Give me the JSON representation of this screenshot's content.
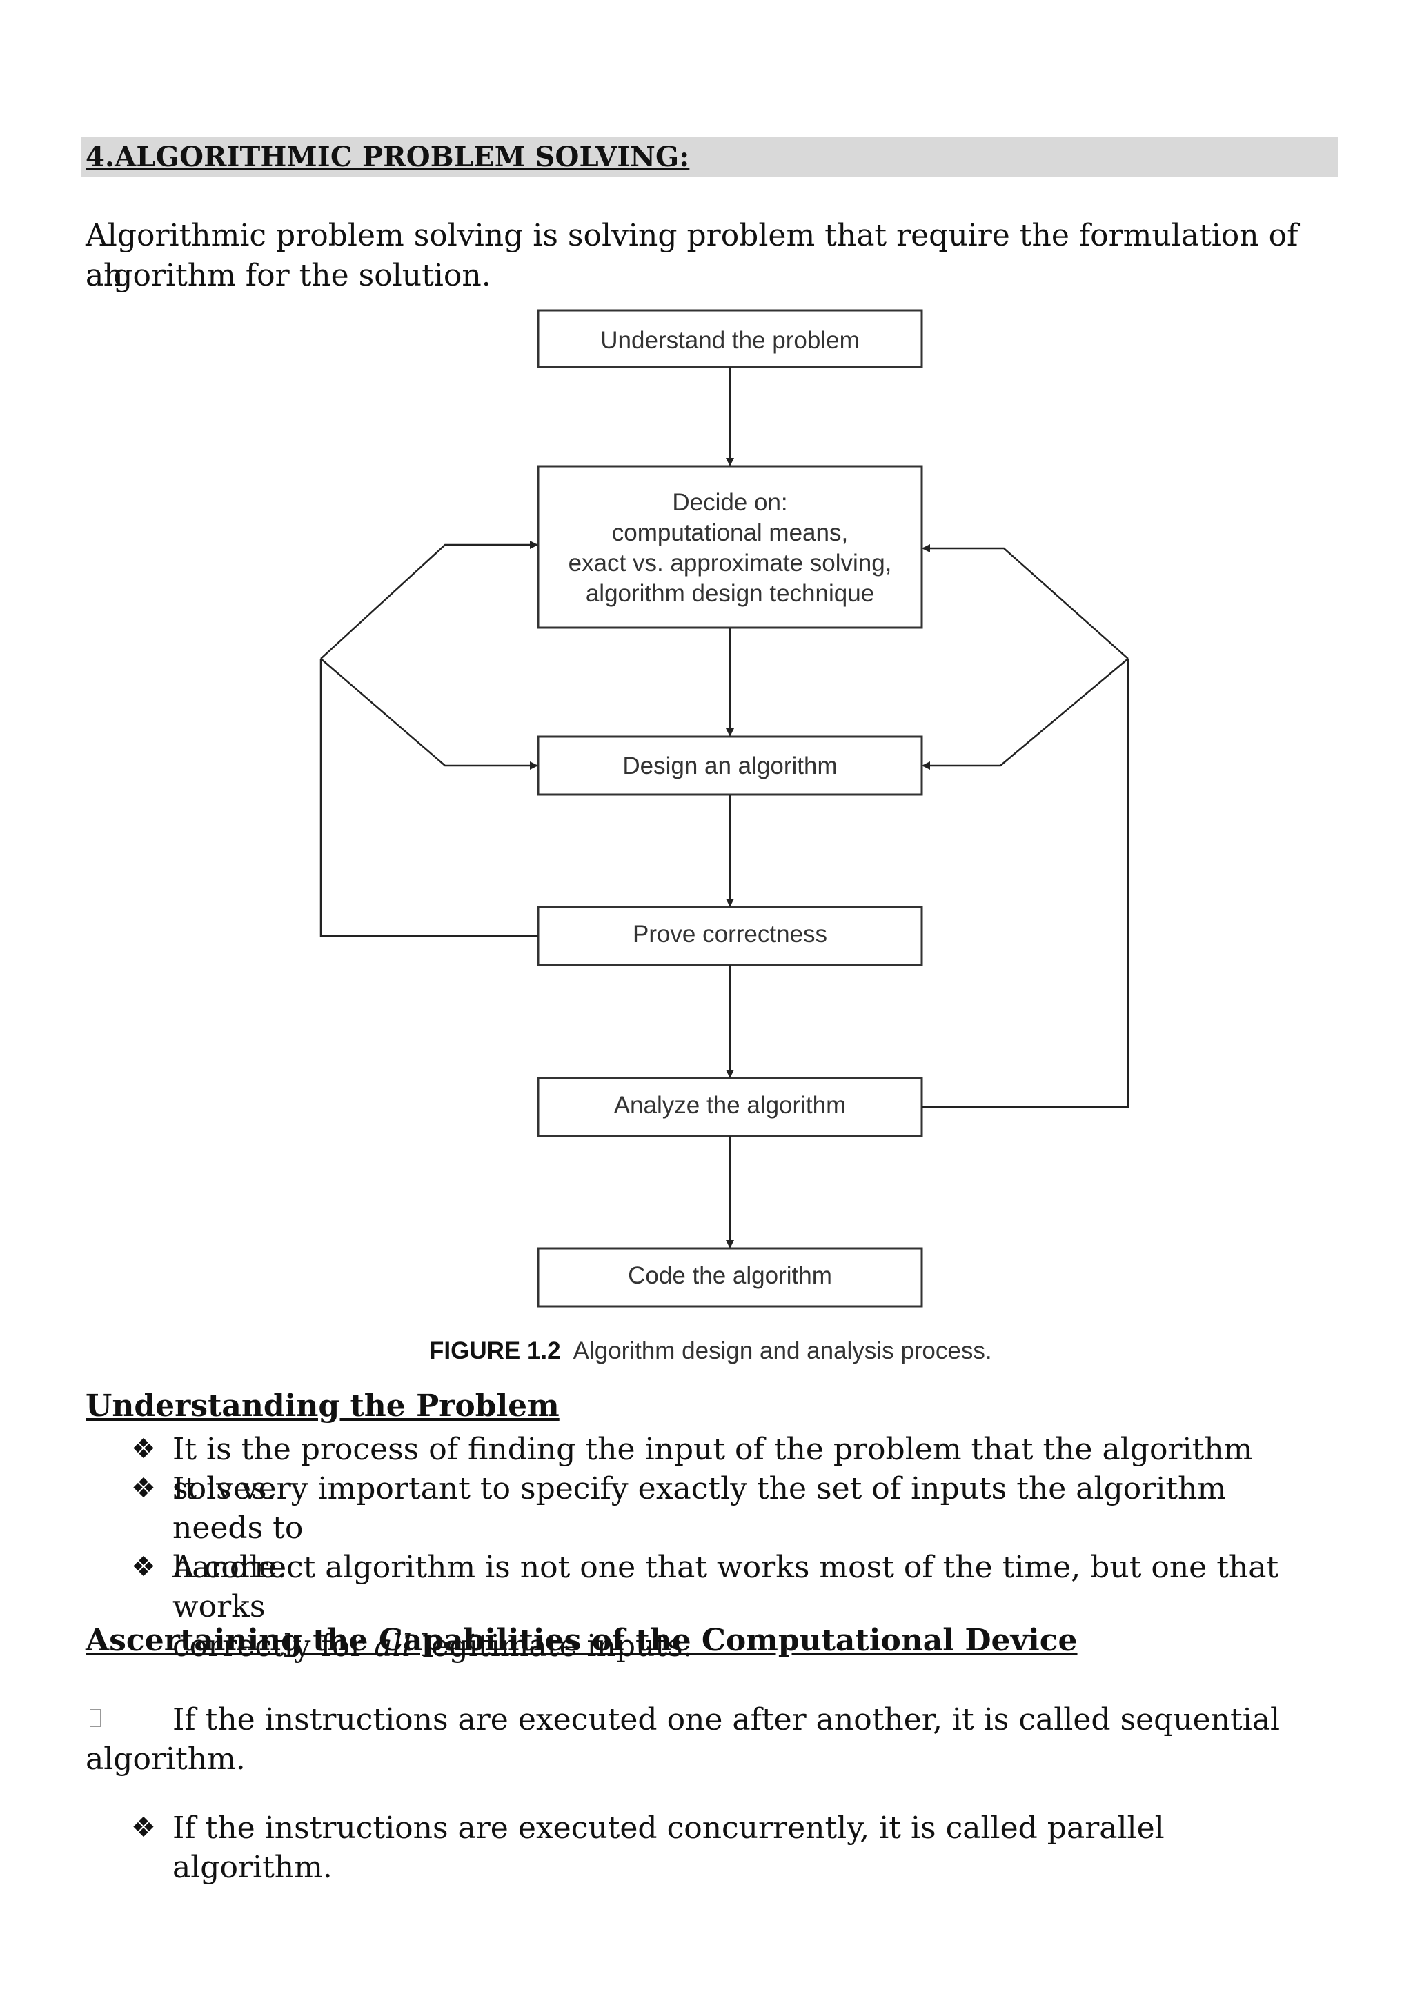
{
  "heading": "4.ALGORITHMIC PROBLEM SOLVING:",
  "intro": {
    "line1": "Algorithmic problem solving is solving problem that require the formulation of an",
    "line2": "algorithm for the solution."
  },
  "figure": {
    "boxes": {
      "understand": "Understand the problem",
      "decide": [
        "Decide on:",
        "computational means,",
        "exact vs. approximate solving,",
        "algorithm design technique"
      ],
      "design": "Design an algorithm",
      "prove": "Prove correctness",
      "analyze": "Analyze the algorithm",
      "code": "Code the algorithm"
    },
    "caption_label": "FIGURE 1.2",
    "caption_text": "Algorithm design and analysis process."
  },
  "understanding": {
    "title": "Understanding the Problem",
    "bullets": [
      {
        "lines": [
          "It is the process of finding the input of the problem that the algorithm solves."
        ]
      },
      {
        "lines": [
          "It is very important to specify exactly the set of inputs the algorithm needs to",
          "handle."
        ]
      },
      {
        "lines": [
          "A correct algorithm is not one that works most of the time, but one that works"
        ],
        "line2_before": "correctly for ",
        "line2_em": "all",
        "line2_after": " legitimate inputs."
      }
    ]
  },
  "capabilities": {
    "title": "Ascertaining the Capabilities of the Computational Device",
    "sequential_line1": "If the instructions are executed one after another, it is called sequential",
    "sequential_line2": "algorithm.",
    "parallel": "If the instructions are executed concurrently, it is called parallel algorithm."
  },
  "bullet_symbol": "❖"
}
